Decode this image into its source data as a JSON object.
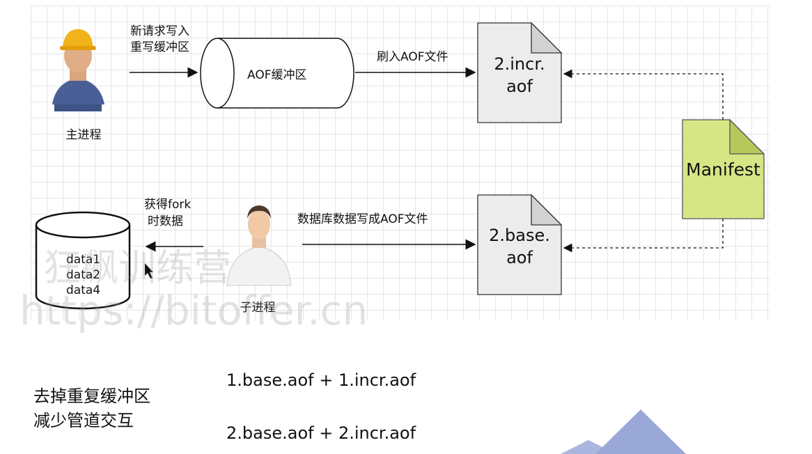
{
  "main_process": {
    "label": "主进程",
    "arrow_label_line1": "新请求写入",
    "arrow_label_line2": "重写缓冲区"
  },
  "aof_buffer": {
    "label": "AOF缓冲区",
    "flush_label": "刷入AOF文件"
  },
  "incr_file": {
    "line1": "2.incr.",
    "line2": "aof"
  },
  "base_file": {
    "line1": "2.base.",
    "line2": "aof"
  },
  "manifest": {
    "label": "Manifest"
  },
  "child_process": {
    "label": "子进程",
    "fork_label_line1": "获得fork",
    "fork_label_line2": "时数据",
    "write_label": "数据库数据写成AOF文件"
  },
  "database": {
    "items": [
      "data1",
      "data2",
      "data4"
    ]
  },
  "notes": {
    "left_line1": "去掉重复缓冲区",
    "left_line2": "减少管道交互",
    "formula1": "1.base.aof + 1.incr.aof",
    "formula2": "2.base.aof + 2.incr.aof"
  },
  "watermark": {
    "line1": "狂飙训练营",
    "line2": "https://bitoffer.cn"
  },
  "colors": {
    "file_fill": "#ececec",
    "manifest_fill": "#d6e685",
    "manifest_fold": "#b6c85c",
    "decor_blue": "#9aa8d8"
  }
}
